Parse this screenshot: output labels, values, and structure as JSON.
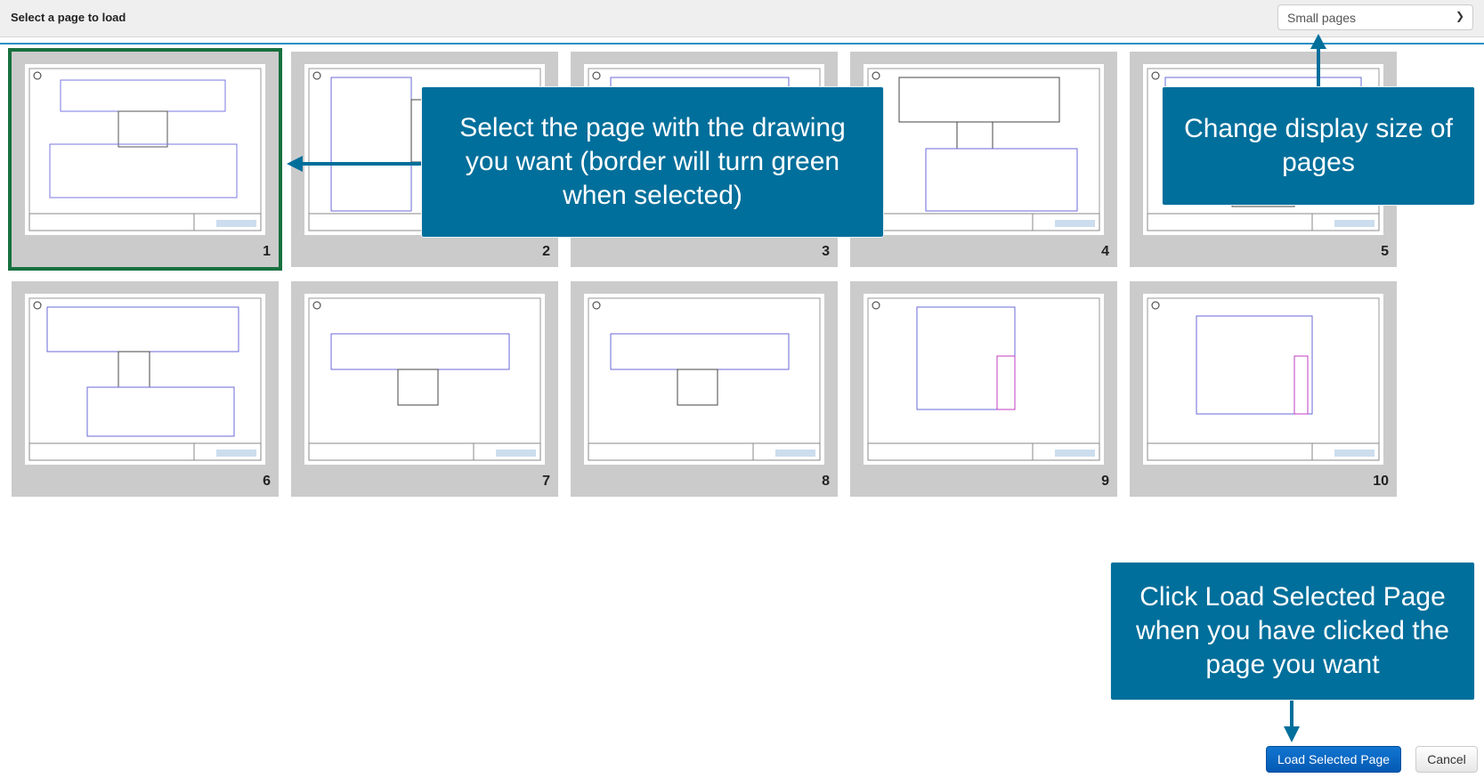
{
  "header": {
    "title": "Select a page to load",
    "size_select": {
      "selected": "Small pages"
    }
  },
  "pages": [
    {
      "number": "1",
      "selected": true
    },
    {
      "number": "2",
      "selected": false
    },
    {
      "number": "3",
      "selected": false
    },
    {
      "number": "4",
      "selected": false
    },
    {
      "number": "5",
      "selected": false
    },
    {
      "number": "6",
      "selected": false
    },
    {
      "number": "7",
      "selected": false
    },
    {
      "number": "8",
      "selected": false
    },
    {
      "number": "9",
      "selected": false
    },
    {
      "number": "10",
      "selected": false
    }
  ],
  "callouts": {
    "select_page": "Select the page with the drawing you want (border will turn green when selected)",
    "display_size": "Change display size of pages",
    "load_page": "Click Load Selected Page when you have clicked the page you want"
  },
  "footer": {
    "load_label": "Load Selected Page",
    "cancel_label": "Cancel"
  },
  "colors": {
    "callout": "#016f9b",
    "selected_border": "#17703f",
    "accent": "#2a8fc6"
  }
}
